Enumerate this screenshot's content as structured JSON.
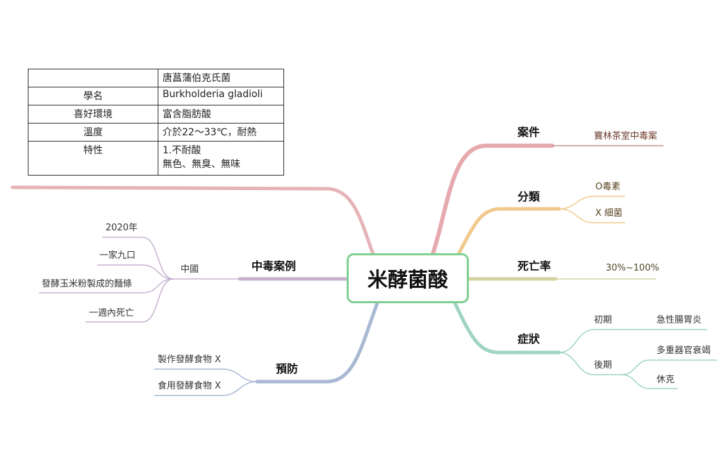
{
  "root": {
    "label": "米酵菌酸"
  },
  "info_table": {
    "header_value": "唐菖蒲伯克氏菌",
    "rows": [
      {
        "key": "學名",
        "value": "Burkholderia gladioli"
      },
      {
        "key": "喜好環境",
        "value": "富含脂肪酸"
      },
      {
        "key": "溫度",
        "value": "介於22～33℃，耐熱"
      },
      {
        "key": "特性",
        "value_line1": "1.不耐酸",
        "value_line2": "無色、無臭、無味"
      }
    ]
  },
  "branches": {
    "case": {
      "label": "案件",
      "children": [
        "寶林茶室中毒案"
      ],
      "color": "#e6a9ae"
    },
    "classify": {
      "label": "分類",
      "children": [
        "O毒素",
        "X 細菌"
      ],
      "color": "#f2c98d"
    },
    "mortality": {
      "label": "死亡率",
      "children": [
        "30%~100%"
      ],
      "color": "#d6d3a0"
    },
    "symptom": {
      "label": "症狀",
      "color": "#9fd4c3",
      "early": {
        "label": "初期",
        "children": [
          "急性腸胃炎"
        ]
      },
      "late": {
        "label": "後期",
        "children": [
          "多重器官衰竭",
          "休克"
        ]
      }
    },
    "poisoning_cases": {
      "label": "中毒案例",
      "color": "#c7b1cf",
      "sub": "中國",
      "children": [
        "2020年",
        "一家九口",
        "發酵玉米粉製成的麵條",
        "一週內死亡"
      ]
    },
    "prevention": {
      "label": "預防",
      "color": "#a9b8d3",
      "children": [
        "製作發酵食物 X",
        "食用發酵食物 X"
      ]
    }
  }
}
